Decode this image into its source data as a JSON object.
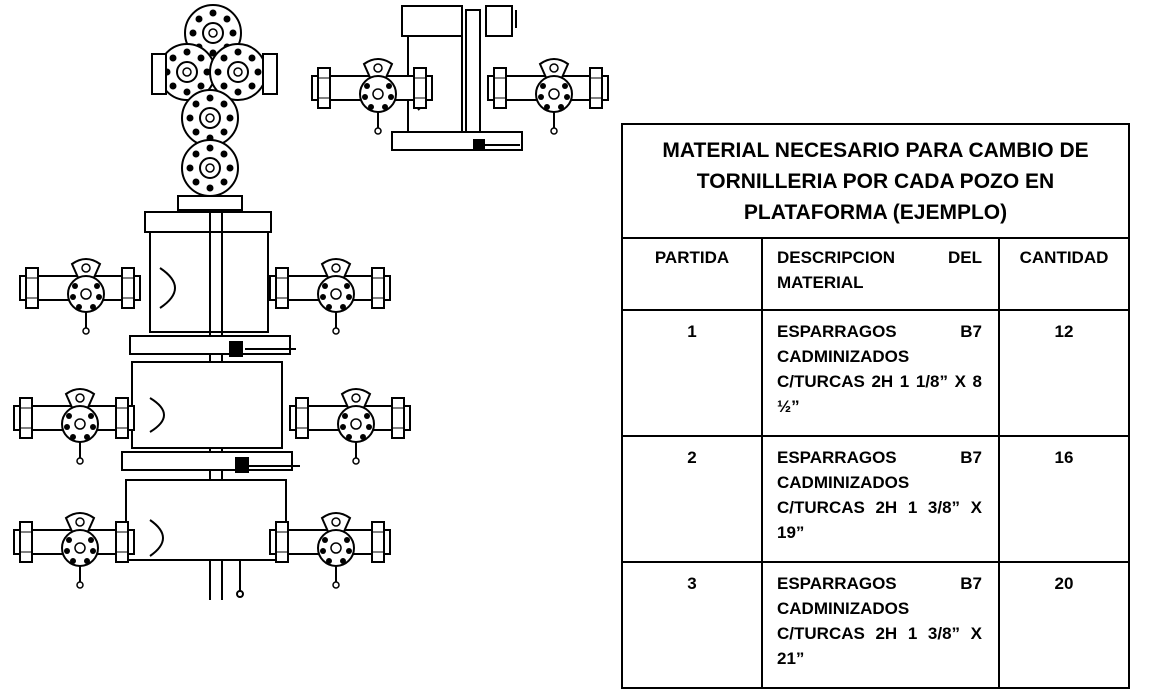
{
  "table": {
    "title": "MATERIAL NECESARIO PARA CAMBIO DE TORNILLERIA  POR CADA  POZO  EN PLATAFORMA (EJEMPLO)",
    "headers": {
      "partida": "PARTIDA",
      "descripcion": "DESCRIPCION          DEL MATERIAL",
      "cantidad": "CANTIDAD"
    },
    "rows": [
      {
        "partida": "1",
        "descripcion": "ESPARRAGOS B7 CADMINIZADOS C/TURCAS 2H 1 1/8” X 8 ½”",
        "cantidad": "12"
      },
      {
        "partida": "2",
        "descripcion": "ESPARRAGOS B7 CADMINIZADOS C/TURCAS 2H  1 3/8” X 19”",
        "cantidad": "16"
      },
      {
        "partida": "3",
        "descripcion": "ESPARRAGOS B7 CADMINIZADOS C/TURCAS 2H  1 3/8” X 21”",
        "cantidad": "20"
      }
    ]
  },
  "drawing": {
    "subject": "wellhead-christmas-tree-line-drawing",
    "stroke_color": "#000000",
    "fill_color": "#ffffff"
  }
}
